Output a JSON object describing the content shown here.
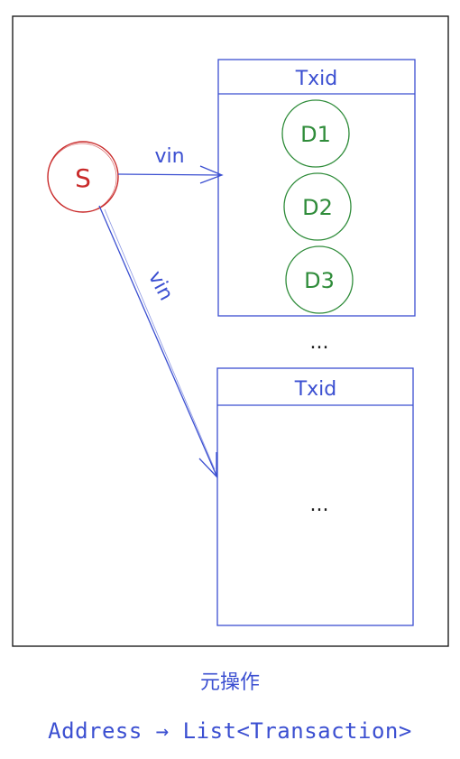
{
  "colors": {
    "frame": "#1e1e1e",
    "blue": "#3b4fd1",
    "red": "#c92a2a",
    "green": "#2f8c3a"
  },
  "source_node": {
    "label": "S"
  },
  "edges": [
    {
      "label": "vin"
    },
    {
      "label": "vin"
    }
  ],
  "transactions": [
    {
      "header": "Txid",
      "items": [
        "D1",
        "D2",
        "D3"
      ]
    },
    {
      "header": "Txid",
      "items": []
    }
  ],
  "ellipsis_between": "...",
  "ellipsis_inside": "...",
  "caption": {
    "title": "元操作",
    "type_signature": "Address → List<Transaction>"
  }
}
